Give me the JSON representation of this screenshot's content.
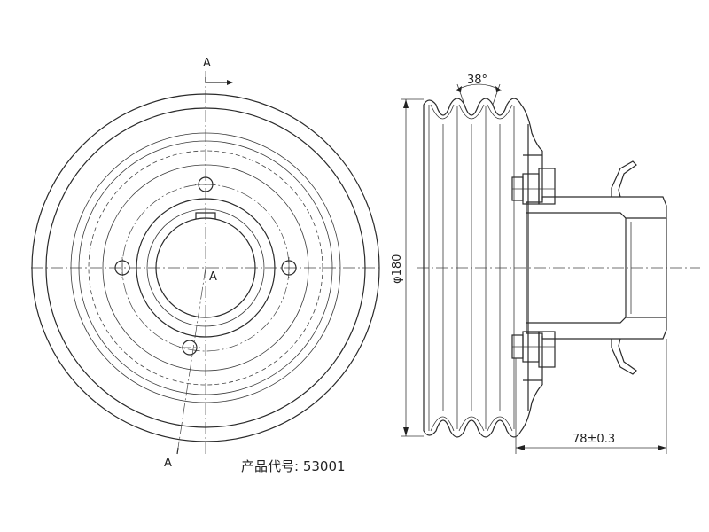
{
  "annotations": {
    "section_label_top": "A",
    "section_label_center": "A",
    "section_label_bottom": "A",
    "angle": "38°",
    "diameter": "φ180",
    "width_dim": "78±0.3",
    "product_code": "产品代号: 53001"
  }
}
